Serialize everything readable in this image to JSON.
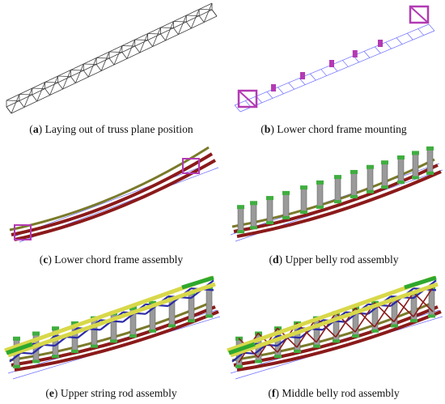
{
  "panels": [
    {
      "tag": "a",
      "text": "Laying out of truss plane position"
    },
    {
      "tag": "b",
      "text": "Lower chord frame mounting"
    },
    {
      "tag": "c",
      "text": "Lower chord frame assembly"
    },
    {
      "tag": "d",
      "text": "Upper belly rod assembly"
    },
    {
      "tag": "e",
      "text": "Upper string rod assembly"
    },
    {
      "tag": "f",
      "text": "Middle belly rod assembly"
    }
  ],
  "colors": {
    "truss_line": "#3a3a3a",
    "plane_grid": "#6b6bff",
    "support_frame": "#b33ab3",
    "lower_chord": "#8b1a1a",
    "lower_chord_brace": "#7a7a2a",
    "belly_column": "#9a9a9a",
    "column_cap": "#3fae3f",
    "upper_chord_yellow": "#d8d84a",
    "upper_chord_green": "#2ea82e",
    "diagonal_blue": "#2a2aa8"
  }
}
